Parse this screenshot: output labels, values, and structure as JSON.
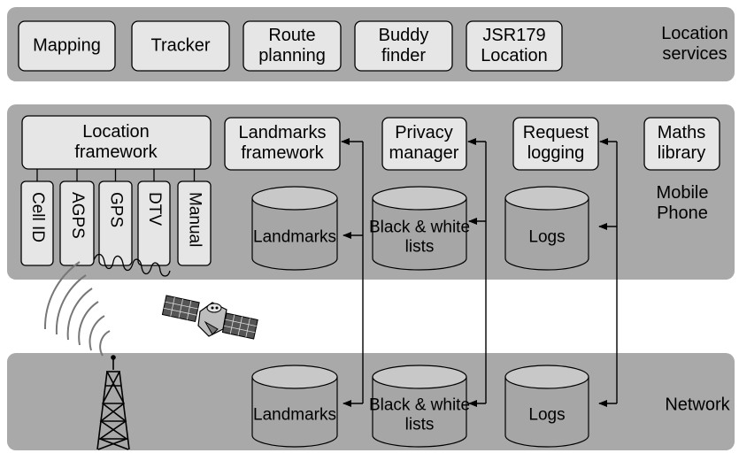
{
  "location_services": {
    "label": [
      "Location",
      "services"
    ],
    "modules": [
      {
        "lines": [
          "Mapping"
        ]
      },
      {
        "lines": [
          "Tracker"
        ]
      },
      {
        "lines": [
          "Route",
          "planning"
        ]
      },
      {
        "lines": [
          "Buddy",
          "finder"
        ]
      },
      {
        "lines": [
          "JSR179",
          "Location"
        ]
      }
    ]
  },
  "mobile_phone": {
    "label": [
      "Mobile",
      "Phone"
    ],
    "location_framework": [
      "Location",
      "framework"
    ],
    "positioning_methods": [
      "Cell ID",
      "AGPS",
      "GPS",
      "DTV",
      "Manual"
    ],
    "landmarks_framework": [
      "Landmarks",
      "framework"
    ],
    "privacy_manager": [
      "Privacy",
      "manager"
    ],
    "request_logging": [
      "Request",
      "logging"
    ],
    "maths_library": [
      "Maths",
      "library"
    ],
    "stores": {
      "landmarks": [
        "Landmarks"
      ],
      "lists": [
        "Black & white",
        "lists"
      ],
      "logs": [
        "Logs"
      ]
    }
  },
  "network": {
    "label": [
      "Network"
    ],
    "stores": {
      "landmarks": [
        "Landmarks"
      ],
      "lists": [
        "Black & white",
        "lists"
      ],
      "logs": [
        "Logs"
      ]
    }
  },
  "colors": {
    "band": "#a9a9a9",
    "box": "#e6e6e6",
    "cylinder_body": "#a6a6a6",
    "cylinder_top": "#c8c8c8"
  }
}
